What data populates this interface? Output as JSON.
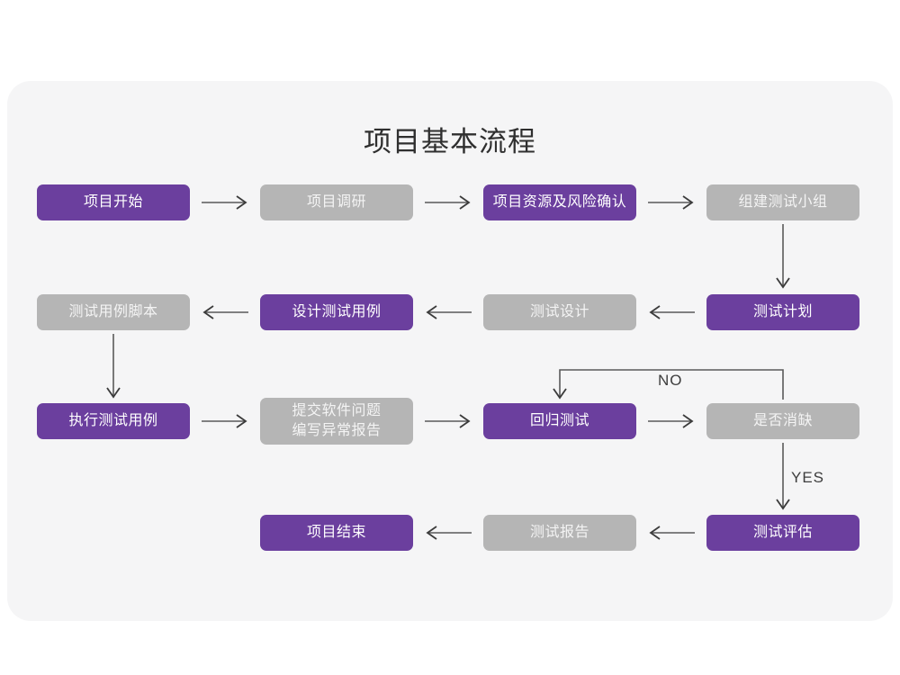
{
  "diagram": {
    "title": "项目基本流程",
    "colors": {
      "page_background": "#ffffff",
      "card_background": "#f5f5f6",
      "accent_purple": "#6b3f9e",
      "muted_gray": "#b5b5b5",
      "connector": "#5a5a5a",
      "title_text": "#2f2f2f"
    },
    "nodes": [
      {
        "id": "n1",
        "label": "项目开始",
        "style": "purple",
        "row": 1,
        "col": 1
      },
      {
        "id": "n2",
        "label": "项目调研",
        "style": "gray",
        "row": 1,
        "col": 2
      },
      {
        "id": "n3",
        "label": "项目资源及风险确认",
        "style": "purple",
        "row": 1,
        "col": 3
      },
      {
        "id": "n4",
        "label": "组建测试小组",
        "style": "gray",
        "row": 1,
        "col": 4
      },
      {
        "id": "n5",
        "label": "测试计划",
        "style": "purple",
        "row": 2,
        "col": 4
      },
      {
        "id": "n6",
        "label": "测试设计",
        "style": "gray",
        "row": 2,
        "col": 3
      },
      {
        "id": "n7",
        "label": "设计测试用例",
        "style": "purple",
        "row": 2,
        "col": 2
      },
      {
        "id": "n8",
        "label": "测试用例脚本",
        "style": "gray",
        "row": 2,
        "col": 1
      },
      {
        "id": "n9",
        "label": "执行测试用例",
        "style": "purple",
        "row": 3,
        "col": 1
      },
      {
        "id": "n10",
        "label": "提交软件问题\n编写异常报告",
        "style": "gray",
        "row": 3,
        "col": 2
      },
      {
        "id": "n11",
        "label": "回归测试",
        "style": "purple",
        "row": 3,
        "col": 3
      },
      {
        "id": "n12",
        "label": "是否消缺",
        "style": "gray",
        "row": 3,
        "col": 4
      },
      {
        "id": "n13",
        "label": "测试评估",
        "style": "purple",
        "row": 4,
        "col": 4
      },
      {
        "id": "n14",
        "label": "测试报告",
        "style": "gray",
        "row": 4,
        "col": 3
      },
      {
        "id": "n15",
        "label": "项目结束",
        "style": "purple",
        "row": 4,
        "col": 2
      }
    ],
    "edge_labels": {
      "no": "NO",
      "yes": "YES"
    },
    "edges": [
      {
        "from": "n1",
        "to": "n2",
        "direction": "right"
      },
      {
        "from": "n2",
        "to": "n3",
        "direction": "right"
      },
      {
        "from": "n3",
        "to": "n4",
        "direction": "right"
      },
      {
        "from": "n4",
        "to": "n5",
        "direction": "down"
      },
      {
        "from": "n5",
        "to": "n6",
        "direction": "left"
      },
      {
        "from": "n6",
        "to": "n7",
        "direction": "left"
      },
      {
        "from": "n7",
        "to": "n8",
        "direction": "left"
      },
      {
        "from": "n8",
        "to": "n9",
        "direction": "down"
      },
      {
        "from": "n9",
        "to": "n10",
        "direction": "right"
      },
      {
        "from": "n10",
        "to": "n11",
        "direction": "right"
      },
      {
        "from": "n11",
        "to": "n12",
        "direction": "right"
      },
      {
        "from": "n12",
        "to": "n11",
        "direction": "loop-up-left",
        "label": "NO"
      },
      {
        "from": "n12",
        "to": "n13",
        "direction": "down",
        "label": "YES"
      },
      {
        "from": "n13",
        "to": "n14",
        "direction": "left"
      },
      {
        "from": "n14",
        "to": "n15",
        "direction": "left"
      }
    ]
  }
}
